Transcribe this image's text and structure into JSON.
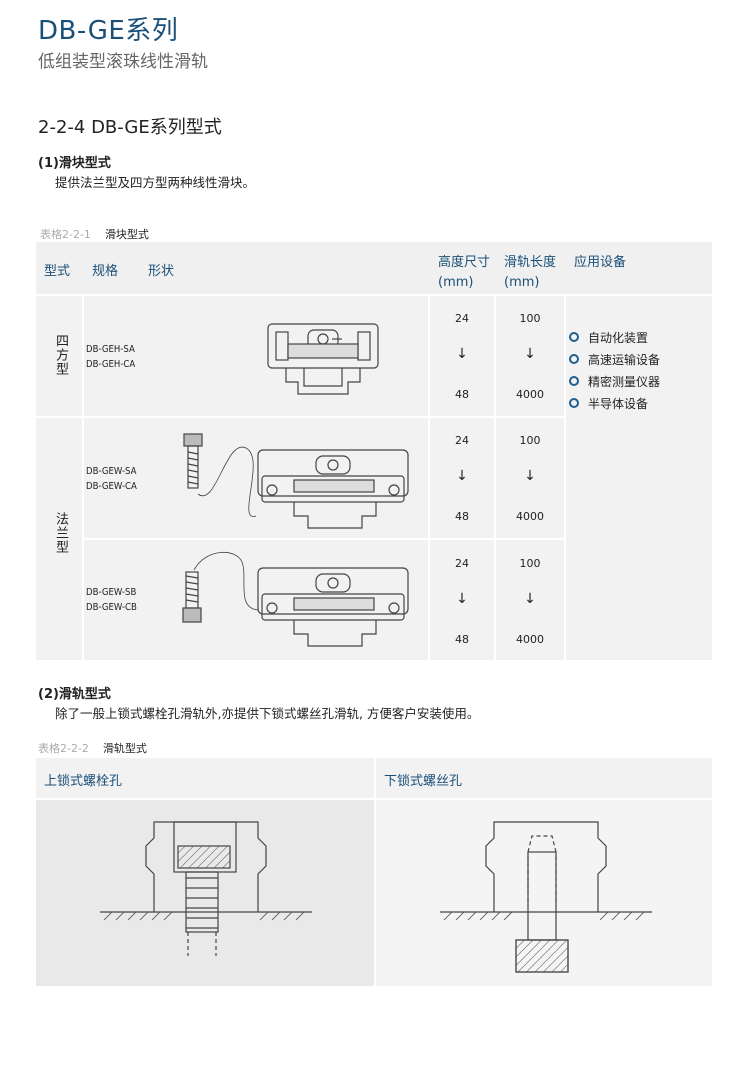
{
  "header": {
    "title": "DB-GE系列",
    "subtitle": "低组装型滚珠线性滑轨"
  },
  "section": {
    "title": "2-2-4 DB-GE系列型式"
  },
  "part1": {
    "heading": "(1)滑块型式",
    "text": "提供法兰型及四方型两种线性滑块。",
    "caption_no": "表格2-2-1",
    "caption_title": "滑块型式"
  },
  "table1": {
    "headers": {
      "type": "型式",
      "spec": "规格",
      "shape": "形状",
      "height": "高度尺寸",
      "height_unit": "(mm)",
      "length": "滑轨长度",
      "length_unit": "(mm)",
      "app": "应用设备"
    },
    "groups": [
      {
        "type": "四方型"
      },
      {
        "type": "法兰型"
      }
    ],
    "rows": [
      {
        "models": [
          "DB-GEH-SA",
          "DB-GEH-CA"
        ],
        "height_min": "24",
        "height_max": "48",
        "length_min": "100",
        "length_max": "4000"
      },
      {
        "models": [
          "DB-GEW-SA",
          "DB-GEW-CA"
        ],
        "height_min": "24",
        "height_max": "48",
        "length_min": "100",
        "length_max": "4000"
      },
      {
        "models": [
          "DB-GEW-SB",
          "DB-GEW-CB"
        ],
        "height_min": "24",
        "height_max": "48",
        "length_min": "100",
        "length_max": "4000"
      }
    ],
    "arrow": "↓",
    "applications": [
      "自动化装置",
      "高速运输设备",
      "精密测量仪器",
      "半导体设备"
    ]
  },
  "part2": {
    "heading": "(2)滑轨型式",
    "text": "除了一般上锁式螺栓孔滑轨外,亦提供下锁式螺丝孔滑轨, 方便客户安装使用。",
    "caption_no": "表格2-2-2",
    "caption_title": "滑轨型式"
  },
  "table2": {
    "left_title": "上锁式螺栓孔",
    "right_title": "下锁式螺丝孔"
  }
}
